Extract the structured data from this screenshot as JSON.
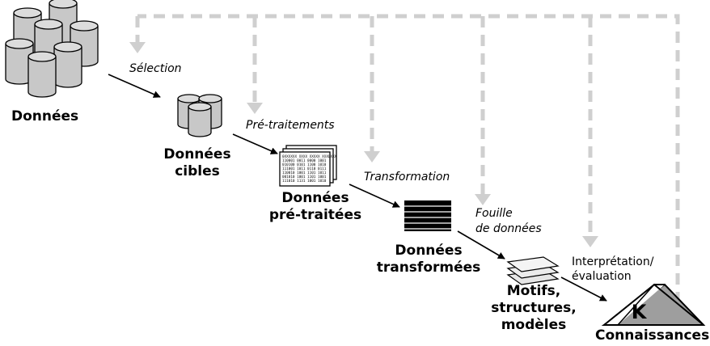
{
  "nodes": {
    "donnees": "Données",
    "cibles_l1": "Données",
    "cibles_l2": "cibles",
    "pretraitees_l1": "Données",
    "pretraitees_l2": "pré-traitées",
    "transformees_l1": "Données",
    "transformees_l2": "transformées",
    "motifs_l1": "Motifs,",
    "motifs_l2": "structures,",
    "motifs_l3": "modèles",
    "connaissances": "Connaissances"
  },
  "steps": {
    "selection": "Sélection",
    "pretraitements": "Pré-traitements",
    "transformation": "Transformation",
    "fouille_l1": "Fouille",
    "fouille_l2": "de données",
    "interpretation_l1": "Interprétation/",
    "interpretation_l2": "évaluation"
  },
  "knowledge_symbol": "K",
  "binary_text": [
    "0XXXXXX XXXX XXXXX XXXLXXX",
    "110001 0011 0000 1001",
    "010100 0101 1100 1010",
    "111001 1011 0110 0111",
    "110010 1001 1101 1011",
    "001010 1001 1101 1001",
    "111010 1131 1001 1010"
  ],
  "colors": {
    "cylinder_fill": "#c8c8c8",
    "feedback_arrow": "#cfcfcf",
    "flow_arrow": "#000000"
  }
}
